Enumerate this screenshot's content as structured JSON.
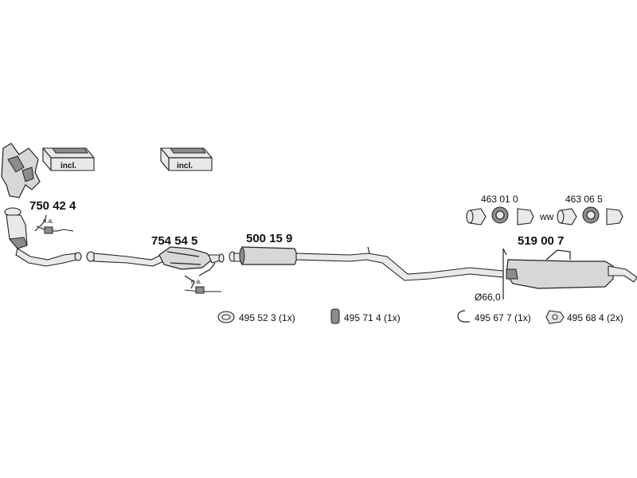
{
  "parts": {
    "manifold": {
      "number": "750 42 4",
      "note": "n.a.",
      "kit_label": "incl."
    },
    "catalytic_converter": {
      "number": "754 54 5",
      "note": "n.a.",
      "kit_label": "incl."
    },
    "front_silencer": {
      "number": "500 15 9"
    },
    "rear_silencer": {
      "number": "519 00 7"
    },
    "clamp_1": {
      "number": "463 01 0"
    },
    "clamp_2": {
      "number": "463 06 5"
    },
    "diameter": "Ø66,0",
    "gasket_connector": "ww"
  },
  "accessories": [
    {
      "id": "ring",
      "label": "495 52 3 (1x)"
    },
    {
      "id": "rubber",
      "label": "495 71 4 (1x)"
    },
    {
      "id": "hook",
      "label": "495 67 7 (1x)"
    },
    {
      "id": "gasket",
      "label": "495 68 4 (2x)"
    }
  ]
}
